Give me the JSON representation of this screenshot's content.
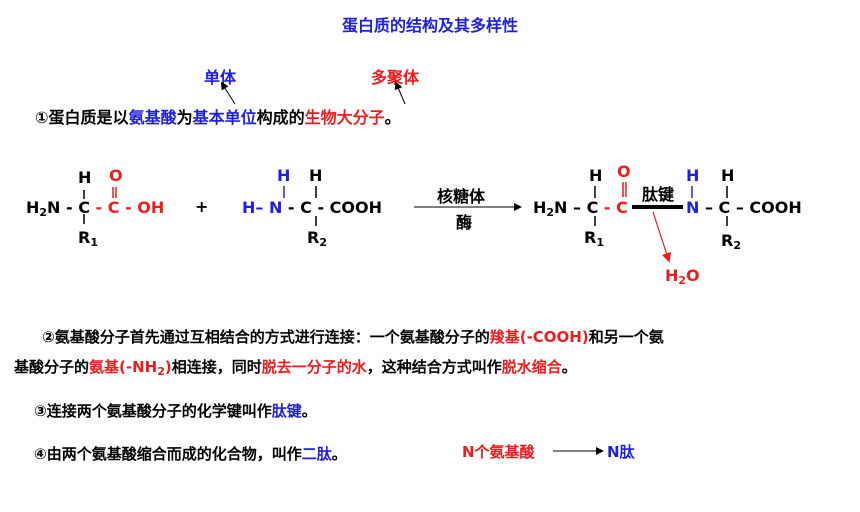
{
  "title": "蛋白质的结构及其多样性",
  "point1": {
    "annot_monomer": "单体",
    "annot_polymer": "多聚体",
    "prefix": "①蛋白质是以",
    "amino_acid": "氨基酸",
    "is": "为",
    "basic_unit": "基本单位",
    "mid": "构成的",
    "macromolecule": "生物大分子",
    "end": "。"
  },
  "reaction": {
    "h": "H",
    "o": "O",
    "h2n": "H",
    "n": "N",
    "sub2": "2",
    "c": "C",
    "oh": "OH",
    "r": "R",
    "sub1": "1",
    "plus": "+",
    "cooh": "COOH",
    "enzyme_top": "核糖体",
    "enzyme_bottom": "酶",
    "peptide_bond": "肽键",
    "water_h": "H",
    "water_o": "O"
  },
  "point2": {
    "p1": "②氨基酸分子首先通过互相结合的方式进行连接：一个氨基酸分子的",
    "carboxyl": "羧基(-COOH)",
    "p2": "和另一个氨",
    "p3": "基酸分子的",
    "amino_a": "氨基(-NH",
    "amino_sub": "2",
    "amino_b": ")",
    "p4": "相连接，同时",
    "remove_water": "脱去一分子的水",
    "p5": "，这种结合方式叫作",
    "dehydration": "脱水缩合",
    "end": "。"
  },
  "point3": {
    "prefix": "③连接两个氨基酸分子的化学键叫作",
    "peptide_bond": "肽键",
    "end": "。"
  },
  "point4": {
    "prefix": "④由两个氨基酸缩合而成的化合物，叫作",
    "dipeptide": "二肽",
    "end": "。",
    "n_amino": "N个氨基酸",
    "n_peptide": "N肽"
  },
  "colors": {
    "blue": "#1f1fe0",
    "red": "#ee1c1c",
    "black": "#000000"
  }
}
